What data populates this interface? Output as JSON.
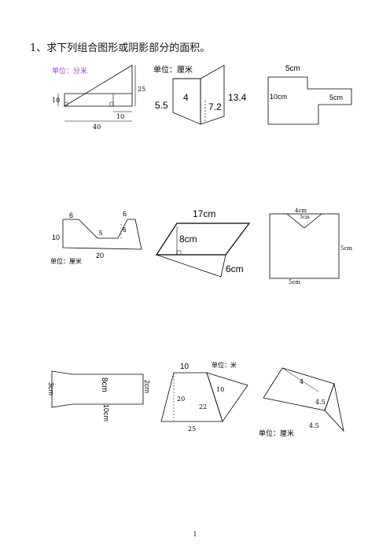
{
  "title": "1、求下列组合图形或阴影部分的面积。",
  "page_number": "1",
  "fig1": {
    "unit": "单位：分米",
    "h_left": "10",
    "h_right": "25",
    "seg": "10",
    "base": "40",
    "unit_color": "#a040d0"
  },
  "fig2": {
    "unit": "单位：厘米",
    "top": "4",
    "left": "5.5",
    "mid": "7.2",
    "right": "13.4"
  },
  "fig3": {
    "top": "5cm",
    "left": "10cm",
    "right": "5cm"
  },
  "fig4": {
    "a": "6",
    "b": "6",
    "c": "6",
    "d": "5",
    "left": "10",
    "base": "20",
    "unit": "单位：厘米"
  },
  "fig5": {
    "top": "17cm",
    "h": "8cm",
    "side": "6cm"
  },
  "fig6": {
    "top": "4cm",
    "small": "3cm",
    "right": "5cm",
    "bottom": "5cm"
  },
  "fig7": {
    "len": "8cm",
    "left": "3cm",
    "right": "2cm",
    "bottom": "10cm"
  },
  "fig8": {
    "top": "10",
    "unit": "单位：米",
    "slant": "10",
    "h": "20",
    "mid": "22",
    "base": "25"
  },
  "fig9": {
    "top": "4",
    "mid": "4.5",
    "low": "4.5",
    "unit": "单位：厘米"
  }
}
